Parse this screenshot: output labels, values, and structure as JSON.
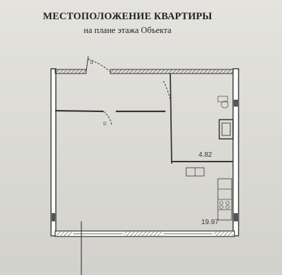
{
  "document": {
    "title": "МЕСТОПОЛОЖЕНИЕ КВАРТИРЫ",
    "subtitle": "на плане этажа Объекта"
  },
  "plan": {
    "areas": {
      "bathroom": "4.82",
      "main_room": "19.97"
    }
  }
}
